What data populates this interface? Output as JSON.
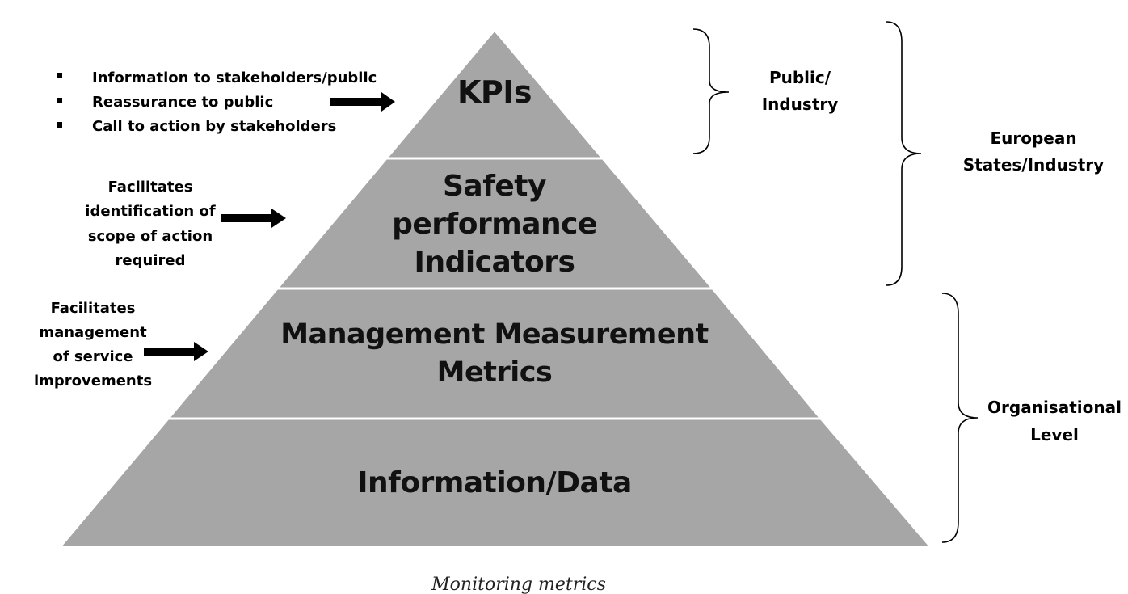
{
  "pyramid": {
    "tiers": [
      {
        "lines": [
          "KPIs"
        ]
      },
      {
        "lines": [
          "Safety",
          "performance",
          "Indicators"
        ]
      },
      {
        "lines": [
          "Management Measurement",
          "Metrics"
        ]
      },
      {
        "lines": [
          "Information/Data"
        ]
      }
    ]
  },
  "notes": {
    "kpis": {
      "bullets": [
        "Information to stakeholders/public",
        "Reassurance to public",
        "Call to action by stakeholders"
      ]
    },
    "spi": {
      "lines": [
        "Facilitates",
        "identification of",
        "scope of action",
        "required"
      ]
    },
    "mmm": {
      "lines": [
        "Facilitates",
        "management",
        "of service",
        "improvements"
      ]
    }
  },
  "levels": {
    "public": {
      "lines": [
        "Public/",
        "Industry"
      ]
    },
    "european": {
      "lines": [
        "European",
        "States/Industry"
      ]
    },
    "organisational": {
      "lines": [
        "Organisational",
        "Level"
      ]
    }
  },
  "caption": "Monitoring metrics",
  "colors": {
    "tier_fill": "#a6a6a6",
    "tier_separator": "#ffffff",
    "text": "#111111"
  }
}
